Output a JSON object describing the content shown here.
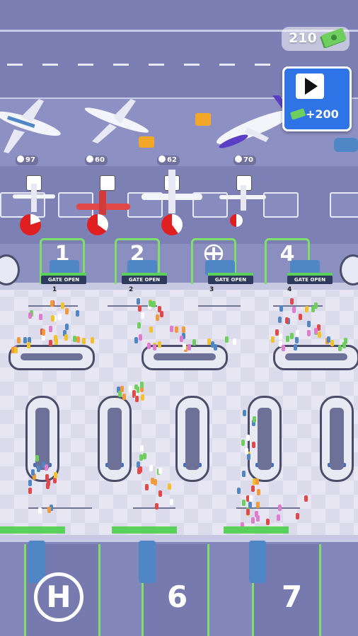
{
  "hud": {
    "money": "210",
    "ad_reward": "+200",
    "cash_icon": "cash-stack-icon",
    "play_icon": "play-icon"
  },
  "parking": {
    "timers": [
      "97",
      "60",
      "62",
      "70"
    ]
  },
  "gates": [
    {
      "number": "1",
      "sign": "GATE OPEN",
      "desk": "1"
    },
    {
      "number": "2",
      "sign": "GATE OPEN",
      "desk": "2"
    },
    {
      "number": "",
      "sign": "GATE OPEN",
      "desk": "3",
      "icon": "airplane-icon"
    },
    {
      "number": "4",
      "sign": "GATE OPEN",
      "desk": "4"
    }
  ],
  "bottom_gates": {
    "helipad": "H",
    "gate6": "6",
    "gate7": "7"
  },
  "colors": {
    "accent_green": "#7ee06a",
    "hud_blue": "#2f74e6",
    "runway": "#7c7fb3"
  }
}
